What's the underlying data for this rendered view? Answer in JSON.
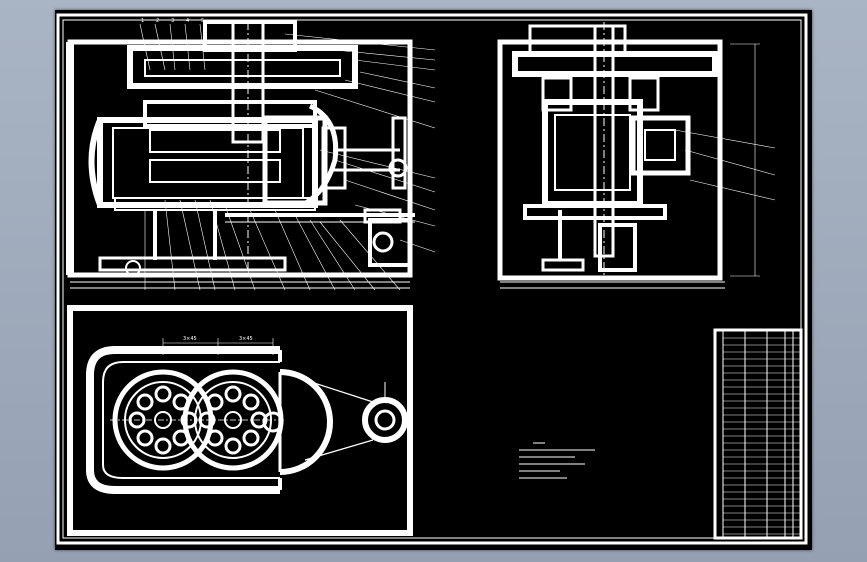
{
  "colors": {
    "background": "#9aa6b8",
    "sheet": "#000000",
    "line": "#ffffff"
  },
  "views": {
    "front_view": {
      "callouts_top": [
        "1",
        "2",
        "3",
        "4",
        "5"
      ]
    },
    "side_view": {},
    "top_view": {
      "dimensions": [
        "3×45",
        "3×45"
      ]
    }
  },
  "notes": {},
  "title_block": {}
}
